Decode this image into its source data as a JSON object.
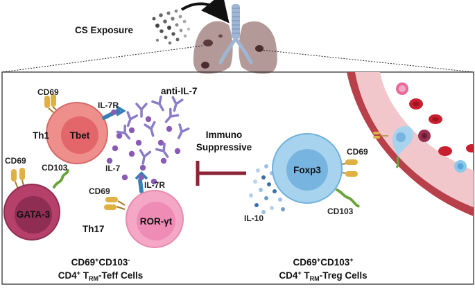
{
  "exposure": {
    "label": "CS Exposure"
  },
  "treatment": {
    "label": "anti-IL-7"
  },
  "teff": {
    "th1": {
      "type_label": "Th1",
      "tf_label": "Tbet",
      "marker_label": "CD69",
      "receptor_label": "IL-7R"
    },
    "gata3": {
      "tf_label": "GATA-3",
      "marker_cd69_label": "CD69",
      "marker_cd103_label": "CD103"
    },
    "th17": {
      "type_label": "Th17",
      "tf_label": "ROR-γt",
      "marker_label": "CD69",
      "receptor_label": "IL-7R"
    },
    "cytokine_label": "IL-7",
    "caption": {
      "line1_pre": "CD69",
      "line1_sup1": "+",
      "line1_mid": "CD103",
      "line1_sup2": "-",
      "line2_pre": "CD4",
      "line2_sup": "+",
      "line2_mid": " T",
      "line2_sub": "RM",
      "line2_post": "-Teff Cells"
    }
  },
  "treg": {
    "tf_label": "Foxp3",
    "marker_cd69_label": "CD69",
    "marker_cd103_label": "CD103",
    "cytokine_label": "IL-10",
    "caption": {
      "line1_pre": "CD69",
      "line1_sup1": "+",
      "line1_mid": "CD103",
      "line1_sup2": "+",
      "line2_pre": "CD4",
      "line2_sup": "+",
      "line2_mid": " T",
      "line2_sub": "RM",
      "line2_post": "-Treg Cells"
    }
  },
  "effect": {
    "line1": "Immuno",
    "line2": "Suppressive"
  },
  "colors": {
    "th1": "#ef8f8b",
    "th1_nucleus": "#e2666a",
    "gata3": "#b5406a",
    "gata3_nucleus": "#8f2d52",
    "th17": "#f5a8c6",
    "th17_nucleus": "#ef8cb6",
    "treg": "#a8d3ef",
    "treg_nucleus": "#77b4e0",
    "inhibition": "#8b2436",
    "antibody": "#8a7cc8",
    "il7": "#8a5bb5",
    "vessel": "#b8404a",
    "lung": "#b39a98"
  }
}
